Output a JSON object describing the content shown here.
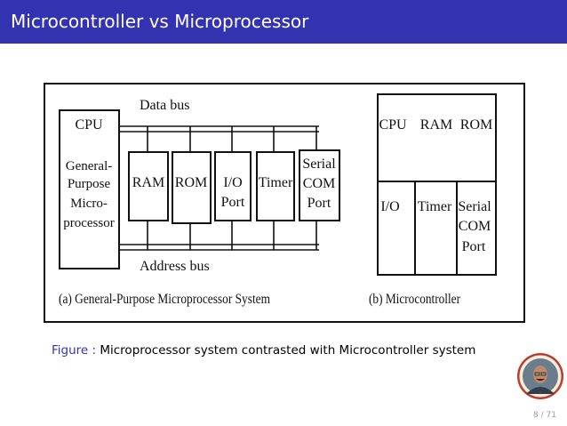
{
  "slide": {
    "title": "Microcontroller vs Microprocessor",
    "caption_label": "Figure :",
    "caption_text": "Microprocessor system contrasted with Microcontroller system",
    "page_current": "8",
    "page_sep": "/",
    "page_total": "71"
  },
  "diagram_a": {
    "data_bus": "Data bus",
    "address_bus": "Address bus",
    "cpu_title": "CPU",
    "cpu_lines": [
      "General-",
      "Purpose",
      "Micro-",
      "processor"
    ],
    "ram": "RAM",
    "rom": "ROM",
    "io_lines": [
      "I/O",
      "Port"
    ],
    "timer": "Timer",
    "serial_lines": [
      "Serial",
      "COM",
      "Port"
    ],
    "caption": "(a) General-Purpose Microprocessor System"
  },
  "diagram_b": {
    "cpu": "CPU",
    "ram": "RAM",
    "rom": "ROM",
    "io": "I/O",
    "timer": "Timer",
    "serial_lines": [
      "Serial",
      "COM",
      "Port"
    ],
    "caption": "(b) Microcontroller"
  },
  "colors": {
    "title_bar": "#3333b2",
    "caption_label": "#3333b2",
    "diagram_stroke": "#111111"
  },
  "avatar_icon": "presenter-photo-seal-icon"
}
